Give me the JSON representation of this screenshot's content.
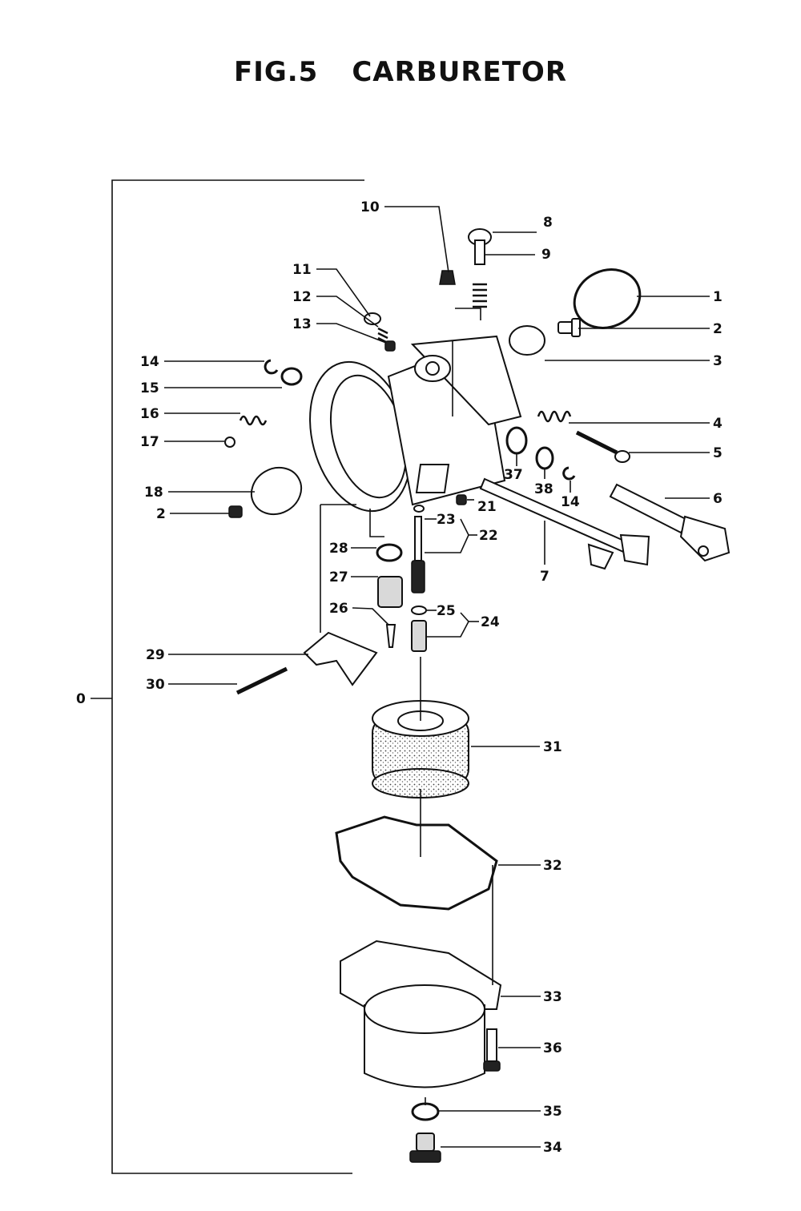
{
  "figure": {
    "number": "FIG.5",
    "name": "CARBURETOR"
  },
  "callouts": [
    "0",
    "1",
    "2",
    "3",
    "4",
    "5",
    "6",
    "7",
    "8",
    "9",
    "10",
    "11",
    "12",
    "13",
    "14",
    "15",
    "16",
    "17",
    "18",
    "2",
    "21",
    "22",
    "23",
    "24",
    "25",
    "26",
    "27",
    "28",
    "29",
    "30",
    "31",
    "32",
    "33",
    "34",
    "35",
    "36",
    "37",
    "38",
    "14"
  ]
}
